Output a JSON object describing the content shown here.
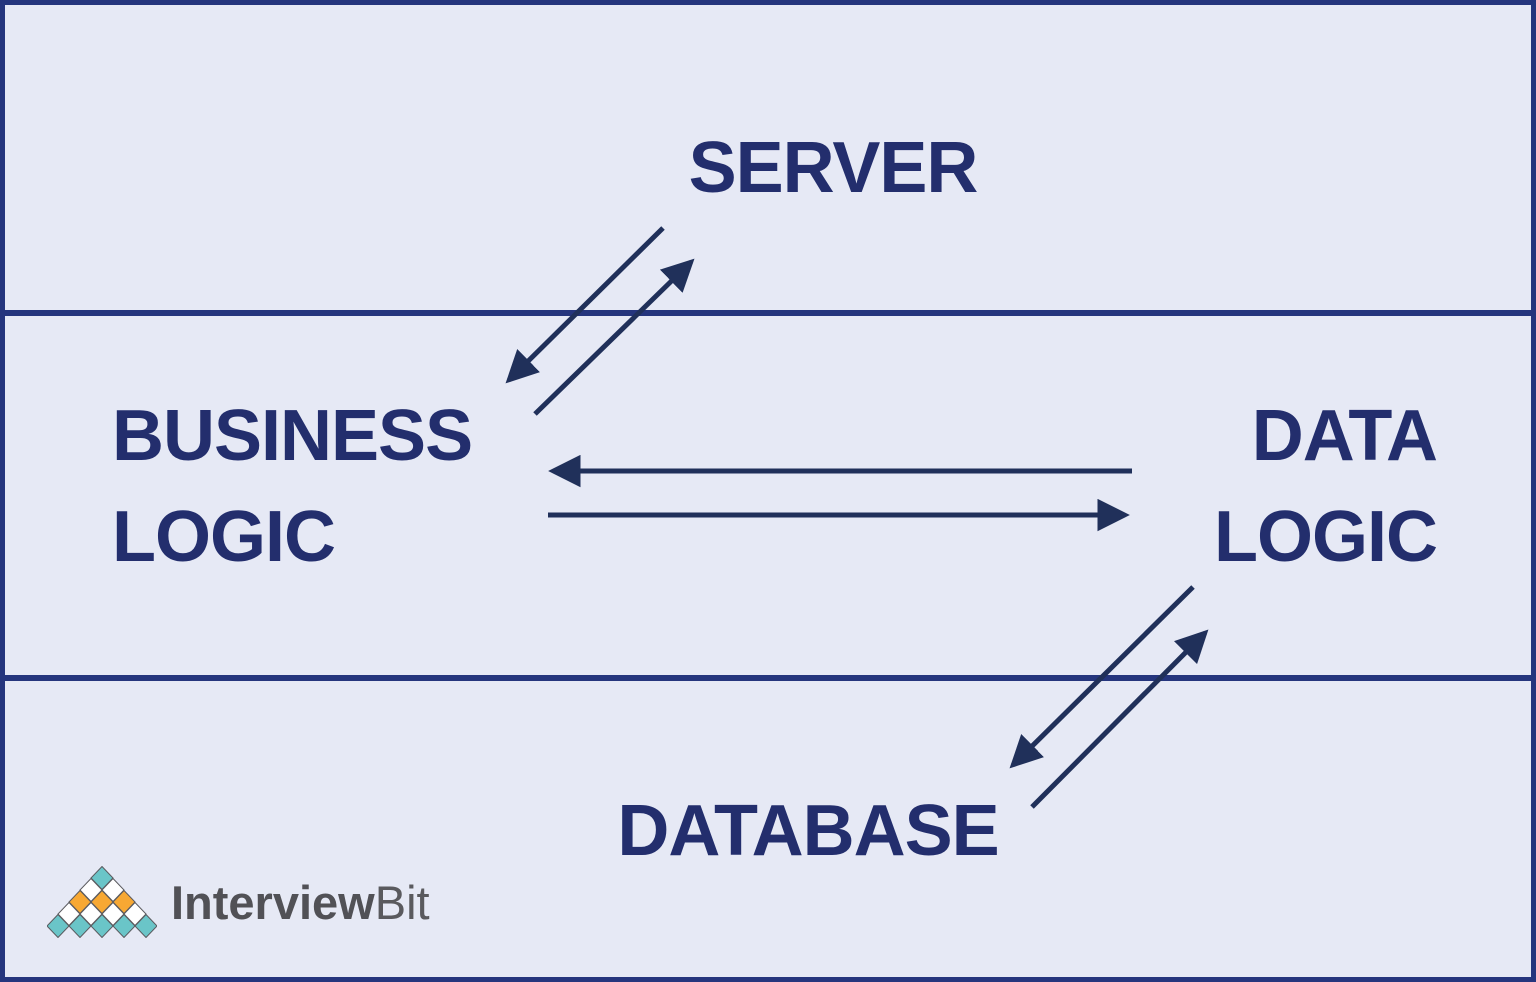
{
  "diagram": {
    "nodes": {
      "server": {
        "label": "SERVER"
      },
      "business_logic": {
        "line1": "BUSINESS",
        "line2": "LOGIC"
      },
      "data_logic": {
        "line1": "DATA",
        "line2": "LOGIC"
      },
      "database": {
        "label": "DATABASE"
      }
    },
    "edges": [
      {
        "from": "server",
        "to": "business_logic",
        "type": "bidirectional"
      },
      {
        "from": "business_logic",
        "to": "data_logic",
        "type": "bidirectional"
      },
      {
        "from": "data_logic",
        "to": "database",
        "type": "bidirectional"
      }
    ],
    "bands": [
      {
        "contains": "server"
      },
      {
        "contains": "business_logic, data_logic"
      },
      {
        "contains": "database"
      }
    ],
    "colors": {
      "background": "#e6e9f5",
      "border": "#25357d",
      "text": "#232e6d",
      "arrow": "#20305a"
    }
  },
  "branding": {
    "logo_text_primary": "Interview",
    "logo_text_secondary": "Bit",
    "logo_colors": {
      "teal": "#6ac5c8",
      "orange": "#f7a833",
      "white": "#ffffff",
      "outline": "#5a5a5e",
      "text_primary": "#515156",
      "text_secondary": "#5a5a5e"
    },
    "logo_mark_rows": [
      [
        "teal"
      ],
      [
        "white",
        "white"
      ],
      [
        "orange",
        "orange",
        "orange"
      ],
      [
        "white",
        "white",
        "white",
        "white"
      ],
      [
        "teal",
        "teal",
        "teal",
        "teal",
        "teal"
      ]
    ]
  }
}
